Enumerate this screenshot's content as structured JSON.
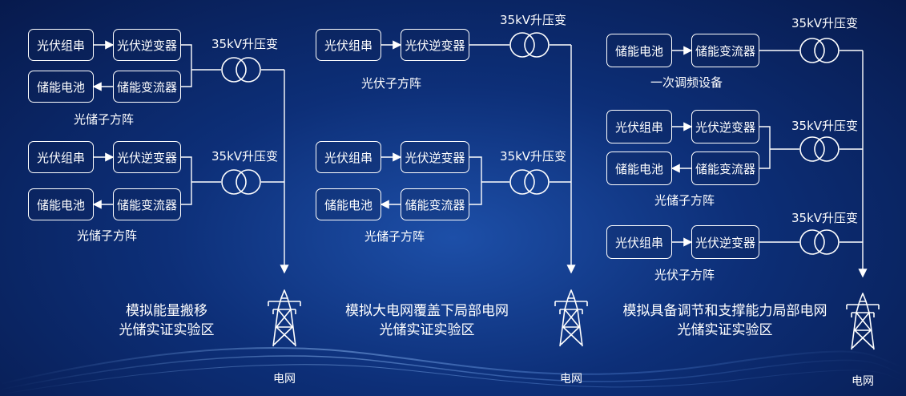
{
  "colors": {
    "background": "#0d2f78",
    "line": "#ffffff"
  },
  "icons": {
    "transformer": "transformer-icon",
    "pylon": "pylon-icon"
  },
  "sections": [
    {
      "zone_title_1": "模拟能量搬移",
      "zone_title_2": "光储实证实验区",
      "grid_label": "电网",
      "groups": [
        {
          "pv_string": "光伏组串",
          "pv_inverter": "光伏逆变器",
          "battery": "储能电池",
          "pcs": "储能变流器",
          "label": "光储子方阵",
          "transformer": "35kV升压变"
        },
        {
          "pv_string": "光伏组串",
          "pv_inverter": "光伏逆变器",
          "battery": "储能电池",
          "pcs": "储能变流器",
          "label": "光储子方阵",
          "transformer": "35kV升压变"
        }
      ]
    },
    {
      "zone_title_1": "模拟大电网覆盖下局部电网",
      "zone_title_2": "光储实证实验区",
      "grid_label": "电网",
      "groups": [
        {
          "pv_string": "光伏组串",
          "pv_inverter": "光伏逆变器",
          "label": "光伏子方阵",
          "transformer": "35kV升压变"
        },
        {
          "pv_string": "光伏组串",
          "pv_inverter": "光伏逆变器",
          "battery": "储能电池",
          "pcs": "储能变流器",
          "label": "光储子方阵",
          "transformer": "35kV升压变"
        }
      ]
    },
    {
      "zone_title_1": "模拟具备调节和支撑能力局部电网",
      "zone_title_2": "光储实证实验区",
      "grid_label": "电网",
      "groups": [
        {
          "battery": "储能电池",
          "pcs": "储能变流器",
          "label": "一次调频设备",
          "transformer": "35kV升压变"
        },
        {
          "pv_string": "光伏组串",
          "pv_inverter": "光伏逆变器",
          "battery": "储能电池",
          "pcs": "储能变流器",
          "label": "光储子方阵",
          "transformer": "35kV升压变"
        },
        {
          "pv_string": "光伏组串",
          "pv_inverter": "光伏逆变器",
          "label": "光伏子方阵",
          "transformer": "35kV升压变"
        }
      ]
    }
  ]
}
